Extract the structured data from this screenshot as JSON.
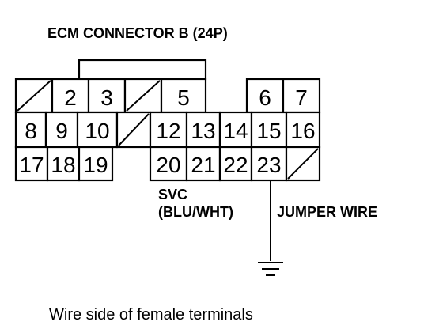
{
  "title": "ECM CONNECTOR B (24P)",
  "row1": [
    {
      "label": "",
      "blank": true
    },
    {
      "label": "2"
    },
    {
      "label": "3"
    },
    {
      "label": "",
      "blank": true
    },
    {
      "label": "5"
    },
    {
      "label": "6"
    },
    {
      "label": "7"
    }
  ],
  "row2": [
    {
      "label": "8"
    },
    {
      "label": "9"
    },
    {
      "label": "10"
    },
    {
      "label": "",
      "blank": true
    },
    {
      "label": "12"
    },
    {
      "label": "13"
    },
    {
      "label": "14"
    },
    {
      "label": "15"
    },
    {
      "label": "16"
    }
  ],
  "row3": [
    {
      "label": "17"
    },
    {
      "label": "18"
    },
    {
      "label": "19"
    },
    {
      "label": "20"
    },
    {
      "label": "21"
    },
    {
      "label": "22"
    },
    {
      "label": "23"
    },
    {
      "label": "",
      "blank": true
    }
  ],
  "svc_label": "SVC",
  "svc_wire": "(BLU/WHT)",
  "jumper_label": "JUMPER WIRE",
  "caption": "Wire side of female terminals"
}
